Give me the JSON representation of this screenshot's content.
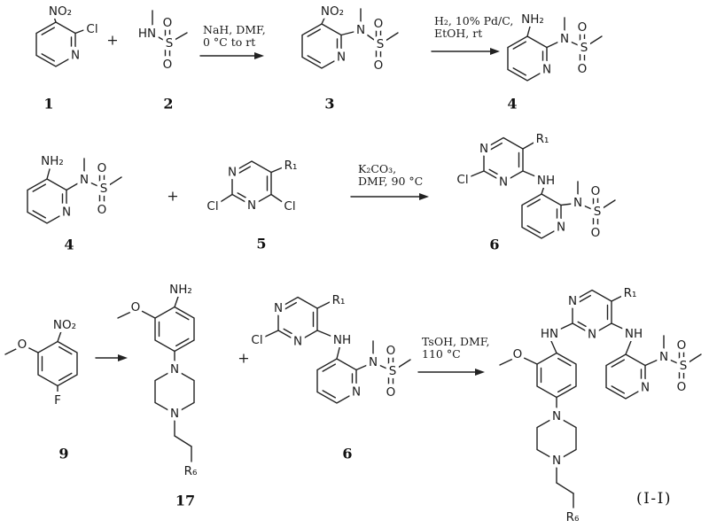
{
  "atoms": {
    "N": "N",
    "HN": "HN",
    "NH": "NH",
    "NH2": "NH₂",
    "NO2": "NO₂",
    "Cl": "Cl",
    "S": "S",
    "O": "O",
    "F": "F",
    "R1": "R₁",
    "R6": "R₆"
  },
  "operators": {
    "plus": "+"
  },
  "compound_numbers": {
    "c1": "1",
    "c2": "2",
    "c3": "3",
    "c4": "4",
    "c5": "5",
    "c6": "6",
    "c9": "9",
    "c17": "17",
    "final": "(I-I)"
  },
  "conditions": {
    "step1": {
      "line1": "NaH, DMF,",
      "line2": "0 °C to rt"
    },
    "step2": {
      "line1": "H₂, 10% Pd/C,",
      "line2": "EtOH, rt"
    },
    "step3": {
      "line1": "K₂CO₃,",
      "line2": "DMF, 90 °C"
    },
    "step4": {
      "line1": "TsOH, DMF,",
      "line2": "110 °C"
    }
  }
}
